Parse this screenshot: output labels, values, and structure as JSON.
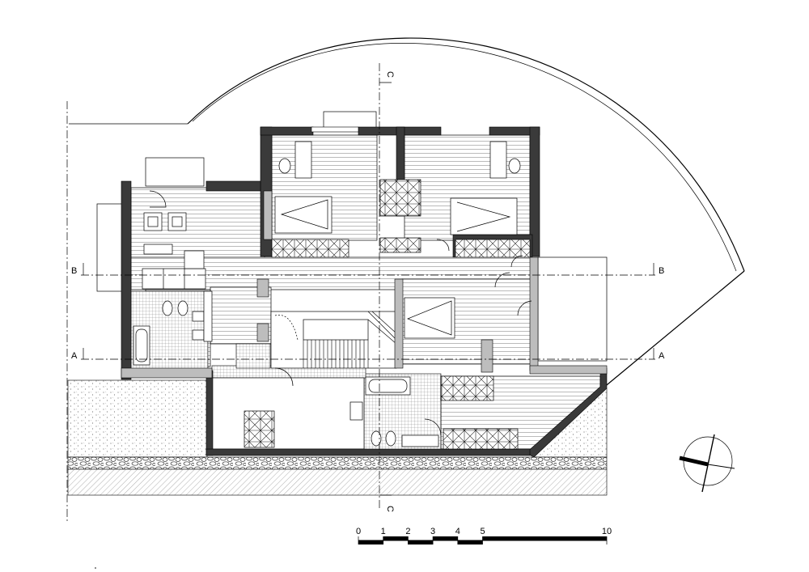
{
  "section_markers": {
    "a": "A",
    "b": "B",
    "c": "C"
  },
  "scale_bar": {
    "labels": [
      "0",
      "1",
      "2",
      "3",
      "4",
      "5",
      "10"
    ],
    "unit_values": [
      0,
      1,
      2,
      3,
      4,
      5,
      10
    ]
  },
  "north_arrow": {
    "icon": "north-arrow-icon"
  },
  "colors": {
    "line": "#000000",
    "wall_fill": "#3a3a3a",
    "background": "#ffffff"
  }
}
